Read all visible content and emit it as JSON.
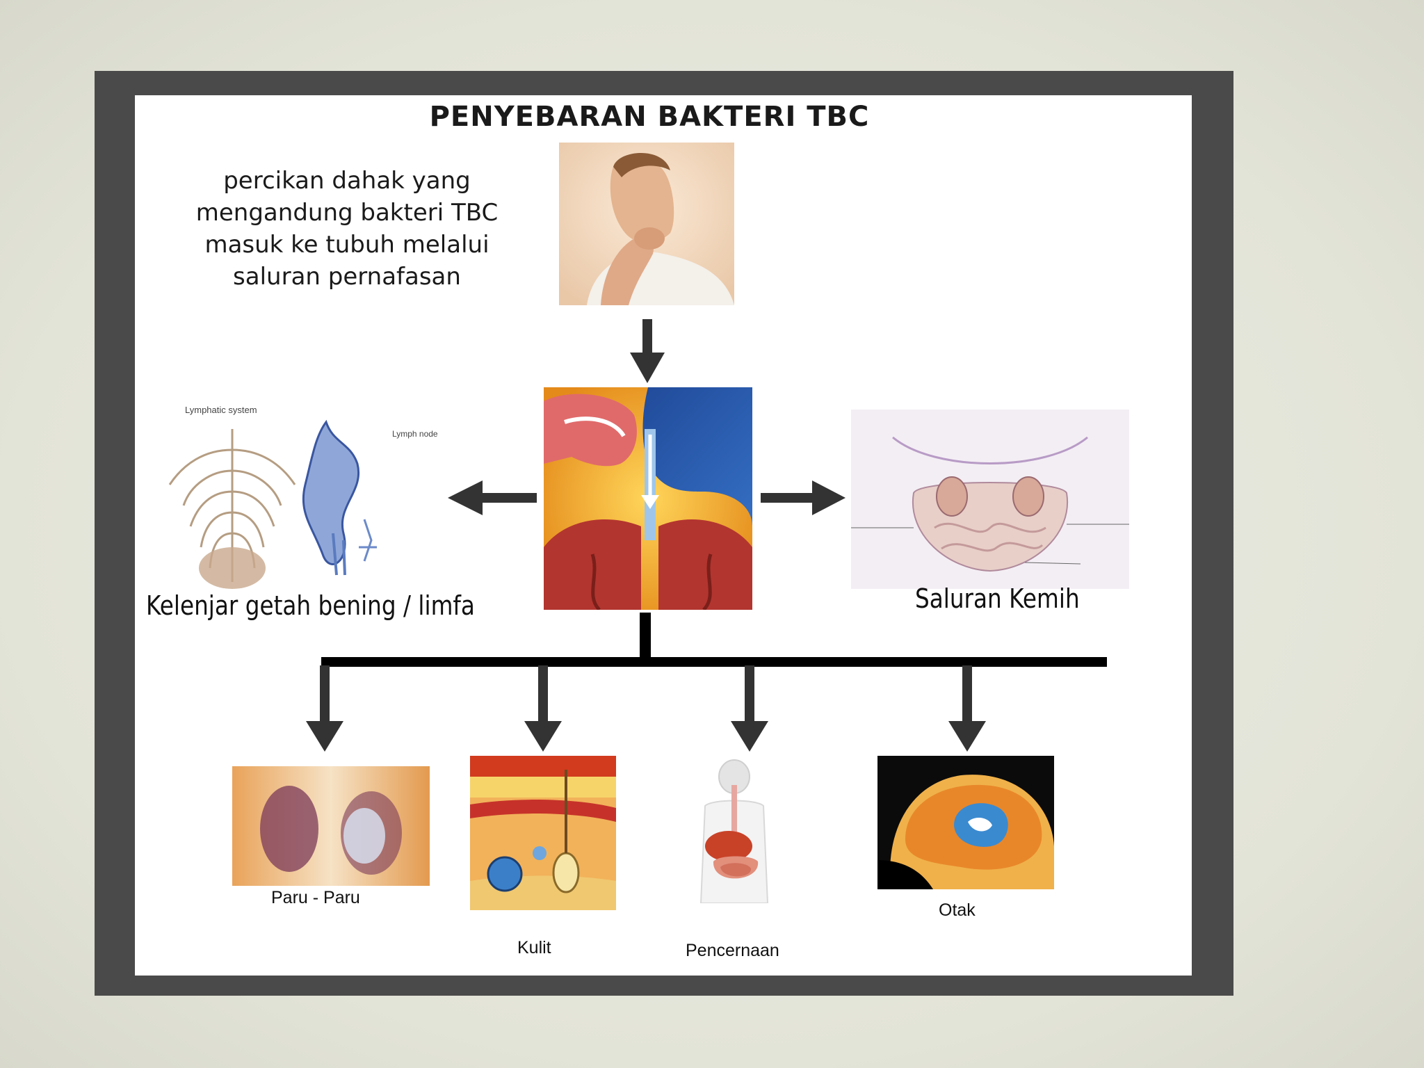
{
  "diagram": {
    "title": "PENYEBARAN BAKTERI TBC",
    "intro_lines": [
      "percikan dahak yang",
      "mengandung bakteri TBC",
      "masuk ke tubuh melalui",
      "saluran pernafasan"
    ],
    "left_label": "Kelenjar getah bening / limfa",
    "right_label": "Saluran Kemih",
    "left_image_captions": {
      "system": "Lymphatic system",
      "node": "Lymph node"
    },
    "bottom_labels": {
      "lungs": "Paru - Paru",
      "skin": "Kulit",
      "digestion": "Pencernaan",
      "brain": "Otak"
    }
  },
  "colors": {
    "frame": "#4b4a4a",
    "panel": "#ffffff",
    "arrow": "#333333",
    "background": "#e6e7dc"
  }
}
